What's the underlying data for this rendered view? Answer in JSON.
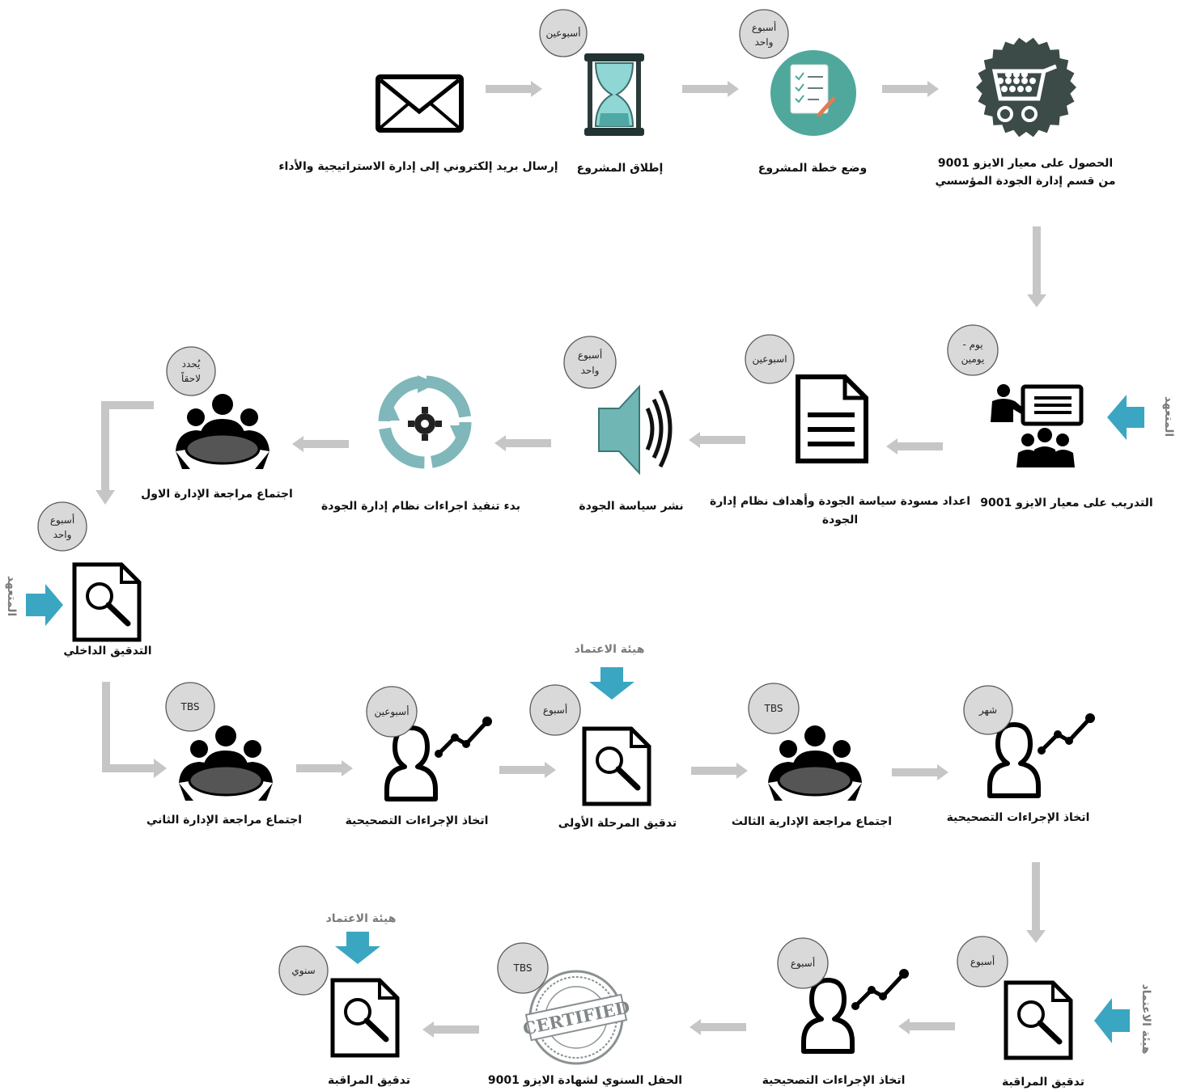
{
  "row1": {
    "email": {
      "label": "إرسال بريد إلكتروني إلى إدارة الاستراتيجية والأداء"
    },
    "launch": {
      "label": "إطلاق المشروع",
      "duration": "أسبوعين"
    },
    "plan": {
      "label": "وضع خطة المشروع",
      "duration_line1": "أسبوع",
      "duration_line2": "واحد"
    },
    "obtain": {
      "label_line1": "الحصول على معيار الايزو 9001",
      "label_line2": "من قسم إدارة الجودة المؤسسي"
    }
  },
  "row2": {
    "training": {
      "label": "التدريب على معيار الايزو 9001",
      "duration_line1": "يوم -",
      "duration_line2": "يومين",
      "side": "المتعهد"
    },
    "draft": {
      "label_line1": "اعداد مسودة سياسة الجودة وأهداف نظام إدارة",
      "label_line2": "الجودة",
      "duration": "اسبوعين"
    },
    "publish": {
      "label": "نشر سياسة الجودة",
      "duration_line1": "أسبوع",
      "duration_line2": "واحد"
    },
    "implement": {
      "label": "بدء تنفيذ اجراءات نظام إدارة الجودة"
    },
    "review1": {
      "label": "اجتماع مراجعة الإدارة الاول",
      "duration_line1": "يُحدد",
      "duration_line2": "لاحقاً"
    }
  },
  "internal_audit": {
    "label": "التدقيق الداخلي",
    "duration_line1": "أسبوع",
    "duration_line2": "واحد",
    "side": "المتعهد"
  },
  "row3": {
    "review2": {
      "label": "اجتماع مراجعة الإدارة الثاني",
      "duration": "TBS"
    },
    "corrective1": {
      "label": "اتخاذ الإجراءات التصحيحية",
      "duration": "أسبوعين"
    },
    "stage1": {
      "label": "تدقيق المرحلة الأولى",
      "duration": "أسبوع",
      "entity": "هيئة الاعتماد"
    },
    "review3": {
      "label": "اجتماع مراجعة الإدارية الثالث",
      "duration": "TBS"
    },
    "corrective2": {
      "label": "اتخاذ الإجراءات التصحيحية",
      "duration": "شهر"
    }
  },
  "row4": {
    "surveillance1": {
      "label": "تدقيق المراقبة",
      "duration": "أسبوع",
      "side": "هيئة الاعتماد"
    },
    "corrective3": {
      "label": "اتخاذ الإجراءات التصحيحية",
      "duration": "أسبوع"
    },
    "ceremony": {
      "label": "الحفل السنوي لشهادة الايزو 9001",
      "duration": "TBS",
      "stamp_text": "CERTIFIED"
    },
    "surveillance2": {
      "label": "تدقيق المراقبة",
      "duration": "سنوي",
      "entity": "هيئة الاعتماد"
    }
  },
  "colors": {
    "teal": "#3aa6c2",
    "gray_arrow": "#c6c6c6",
    "badge": "#d9d9d9",
    "icon_teal": "#4fa89b",
    "dark_badge": "#3c4a48"
  }
}
